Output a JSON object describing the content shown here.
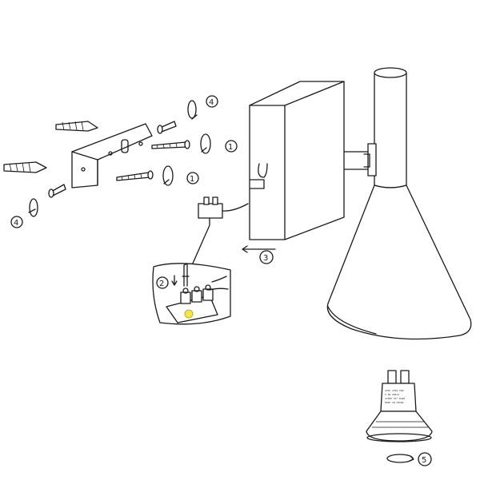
{
  "steps": [
    {
      "id": "step-1a",
      "label": "1",
      "icon": "rotate-screw-icon"
    },
    {
      "id": "step-1b",
      "label": "1",
      "icon": "rotate-screw-icon"
    },
    {
      "id": "step-2",
      "label": "2",
      "icon": "screwdriver-icon"
    },
    {
      "id": "step-3",
      "label": "3",
      "icon": "slide-arrow-icon"
    },
    {
      "id": "step-4a",
      "label": "4",
      "icon": "rotate-screw-icon"
    },
    {
      "id": "step-4b",
      "label": "4",
      "icon": "rotate-screw-icon"
    },
    {
      "id": "step-5",
      "label": "5",
      "icon": "rotate-bulb-icon"
    }
  ],
  "colors": {
    "line": "#1a1a1a",
    "terminal_highlight": "#f2e84a"
  },
  "bulb_label_lines": [
    "GU10 230V 50W",
    "5.5W 400lm",
    "2700K 36° Ra80",
    "MADE IN CHINA"
  ]
}
